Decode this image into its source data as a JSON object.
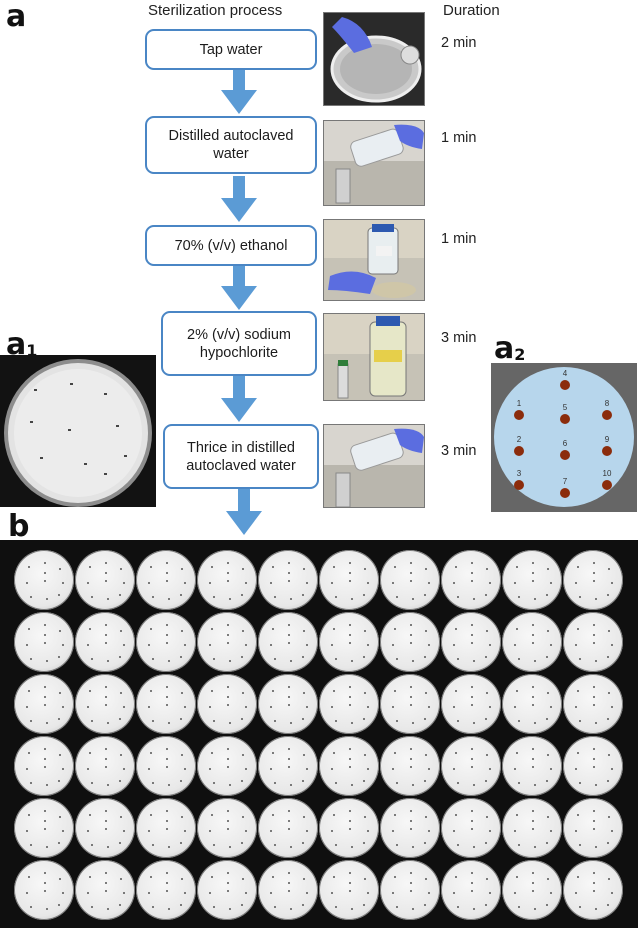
{
  "panels": {
    "a": "a",
    "a1_main": "a",
    "a1_sub": "1",
    "a2_main": "a",
    "a2_sub": "2",
    "b": "b"
  },
  "headers": {
    "process": "Sterilization process",
    "duration": "Duration"
  },
  "steps": [
    {
      "label": "Tap water",
      "duration": "2 min",
      "photo": "hand-rinsing-seeds-in-dish"
    },
    {
      "label": "Distilled autoclaved water",
      "duration": "1 min",
      "photo": "pouring-water-bottle"
    },
    {
      "label": "70% (v/v) ethanol",
      "duration": "1 min",
      "photo": "ethanol-bottle-and-tube"
    },
    {
      "label": "2% (v/v) sodium hypochlorite",
      "duration": "3 min",
      "photo": "hypochlorite-bottle-and-tube"
    },
    {
      "label": "Thrice in distilled autoclaved water",
      "duration": "3 min",
      "photo": "pouring-water-bottle"
    }
  ],
  "seed_layout": {
    "spots": [
      {
        "n": "1"
      },
      {
        "n": "2"
      },
      {
        "n": "3"
      },
      {
        "n": "4"
      },
      {
        "n": "5"
      },
      {
        "n": "6"
      },
      {
        "n": "7"
      },
      {
        "n": "8"
      },
      {
        "n": "9"
      },
      {
        "n": "10"
      }
    ]
  },
  "tray": {
    "rows": 6,
    "columns": 10
  },
  "colors": {
    "box_border": "#4a86c5",
    "arrow": "#5b9bd5",
    "plate": "#b7d6ec",
    "seed": "#8b2c0c"
  }
}
